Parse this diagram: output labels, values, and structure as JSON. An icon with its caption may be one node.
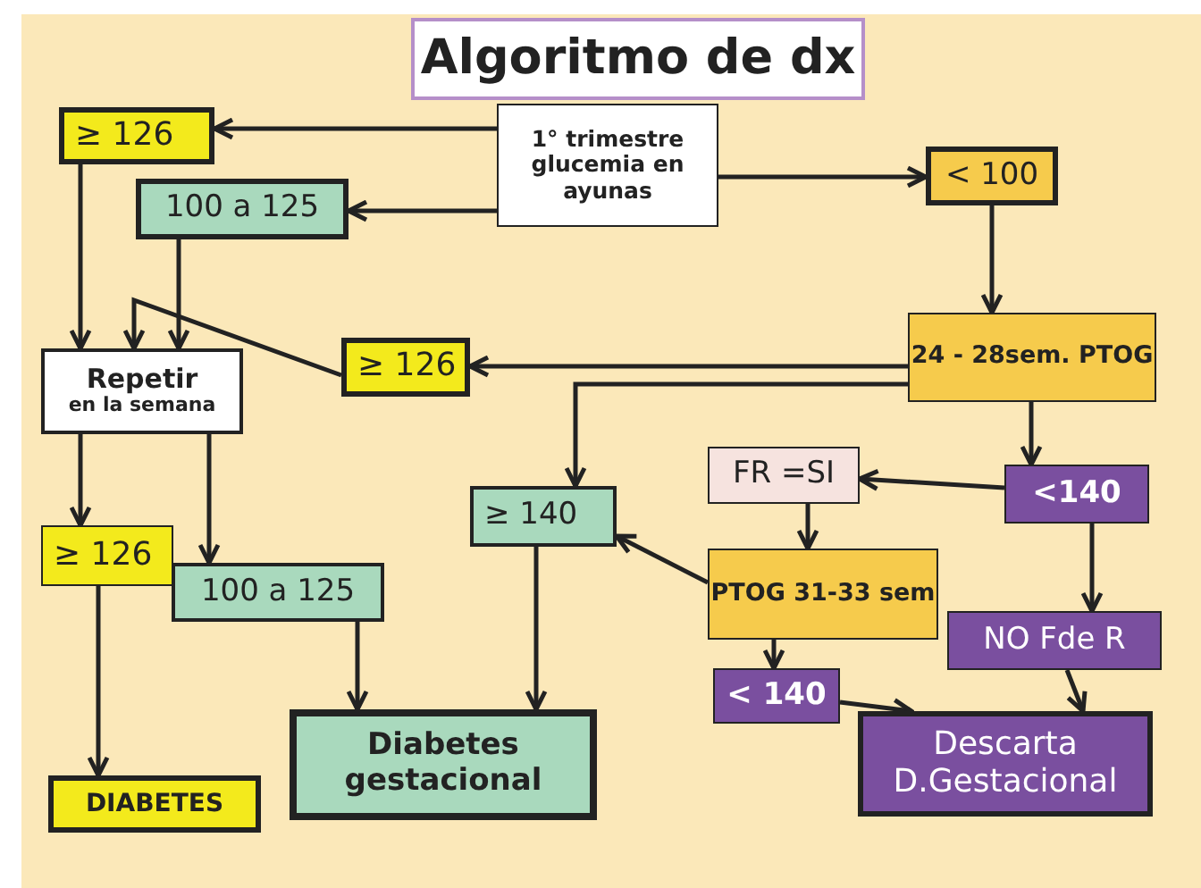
{
  "diagram": {
    "title": "Algoritmo de dx",
    "nodes": [
      {
        "text": [
          "1° trimestre glucemia en ayunas"
        ]
      },
      {
        "text": [
          "≥ 126"
        ]
      },
      {
        "text": [
          "100 a 125"
        ]
      },
      {
        "text": [
          "< 100"
        ]
      },
      {
        "text": [
          "Repetir",
          "en la semana"
        ]
      },
      {
        "text": [
          "≥ 126"
        ]
      },
      {
        "text": [
          "24 - 28sem. PTOG"
        ]
      },
      {
        "text": [
          "≥ 126"
        ]
      },
      {
        "text": [
          "100 a 125"
        ]
      },
      {
        "text": [
          "≥ 140"
        ]
      },
      {
        "text": [
          "FR =SI"
        ]
      },
      {
        "text": [
          "<140"
        ]
      },
      {
        "text": [
          "PTOG 31-33 sem"
        ]
      },
      {
        "text": [
          "NO Fde R"
        ]
      },
      {
        "text": [
          "< 140"
        ]
      },
      {
        "text": [
          "DIABETES"
        ]
      },
      {
        "text": [
          "Diabetes gestacional"
        ]
      },
      {
        "text": [
          "Descarta D.Gestacional"
        ]
      }
    ],
    "edges": [
      {
        "from": 0,
        "to": 1,
        "arrow": "to"
      },
      {
        "from": 0,
        "to": 2,
        "arrow": "to"
      },
      {
        "from": 0,
        "to": 3,
        "arrow": "to"
      },
      {
        "from": 3,
        "to": 6,
        "arrow": "to"
      },
      {
        "from": 6,
        "to": 5,
        "arrow": "to"
      },
      {
        "from": 5,
        "to": 4,
        "arrow": "to"
      },
      {
        "from": 1,
        "to": 4,
        "arrow": "to"
      },
      {
        "from": 2,
        "to": 4,
        "arrow": "to"
      },
      {
        "from": 6,
        "to": 9,
        "arrow": "to"
      },
      {
        "from": 6,
        "to": 11,
        "arrow": "to"
      },
      {
        "from": 11,
        "to": 10,
        "arrow": "to"
      },
      {
        "from": 10,
        "to": 12,
        "arrow": "to"
      },
      {
        "from": 12,
        "to": 9,
        "arrow": "to"
      },
      {
        "from": 4,
        "to": 7,
        "arrow": "to"
      },
      {
        "from": 4,
        "to": 8,
        "arrow": "to"
      },
      {
        "from": 7,
        "to": 15,
        "arrow": "to"
      },
      {
        "from": 8,
        "to": 16,
        "arrow": "to"
      },
      {
        "from": 9,
        "to": 16,
        "arrow": "to"
      },
      {
        "from": 12,
        "to": 14,
        "arrow": "to"
      },
      {
        "from": 14,
        "to": 17,
        "arrow": "to"
      },
      {
        "from": 11,
        "to": 13,
        "arrow": "to"
      },
      {
        "from": 13,
        "to": 17,
        "arrow": "to"
      }
    ]
  }
}
